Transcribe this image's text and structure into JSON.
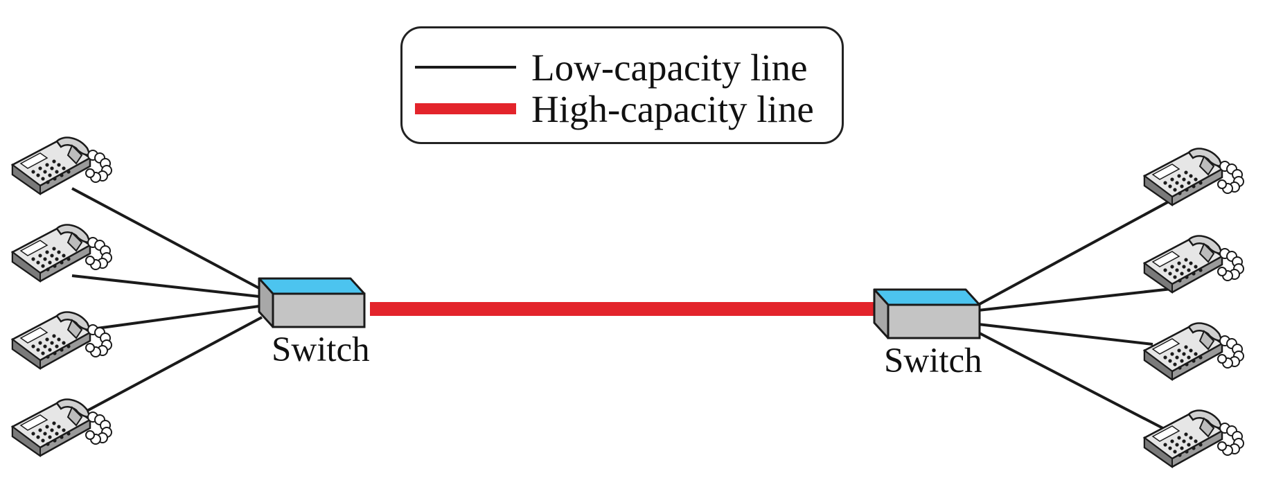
{
  "legend": {
    "low_label": "Low-capacity line",
    "high_label": "High-capacity line",
    "low_color": "#1a1a1a",
    "high_color": "#e3242b"
  },
  "switches": [
    {
      "id": "left",
      "label": "Switch"
    },
    {
      "id": "right",
      "label": "Switch"
    }
  ],
  "colors": {
    "switch_top": "#4cc4ef",
    "switch_side": "#c4c4c4",
    "outline": "#1a1a1a",
    "phone_body": "#d9d9d9",
    "phone_dark": "#888888"
  },
  "icons": {
    "telephone": "telephone-icon",
    "switch": "network-switch-icon"
  },
  "connections": {
    "left_phones": 4,
    "right_phones": 4,
    "trunk": "high-capacity"
  }
}
